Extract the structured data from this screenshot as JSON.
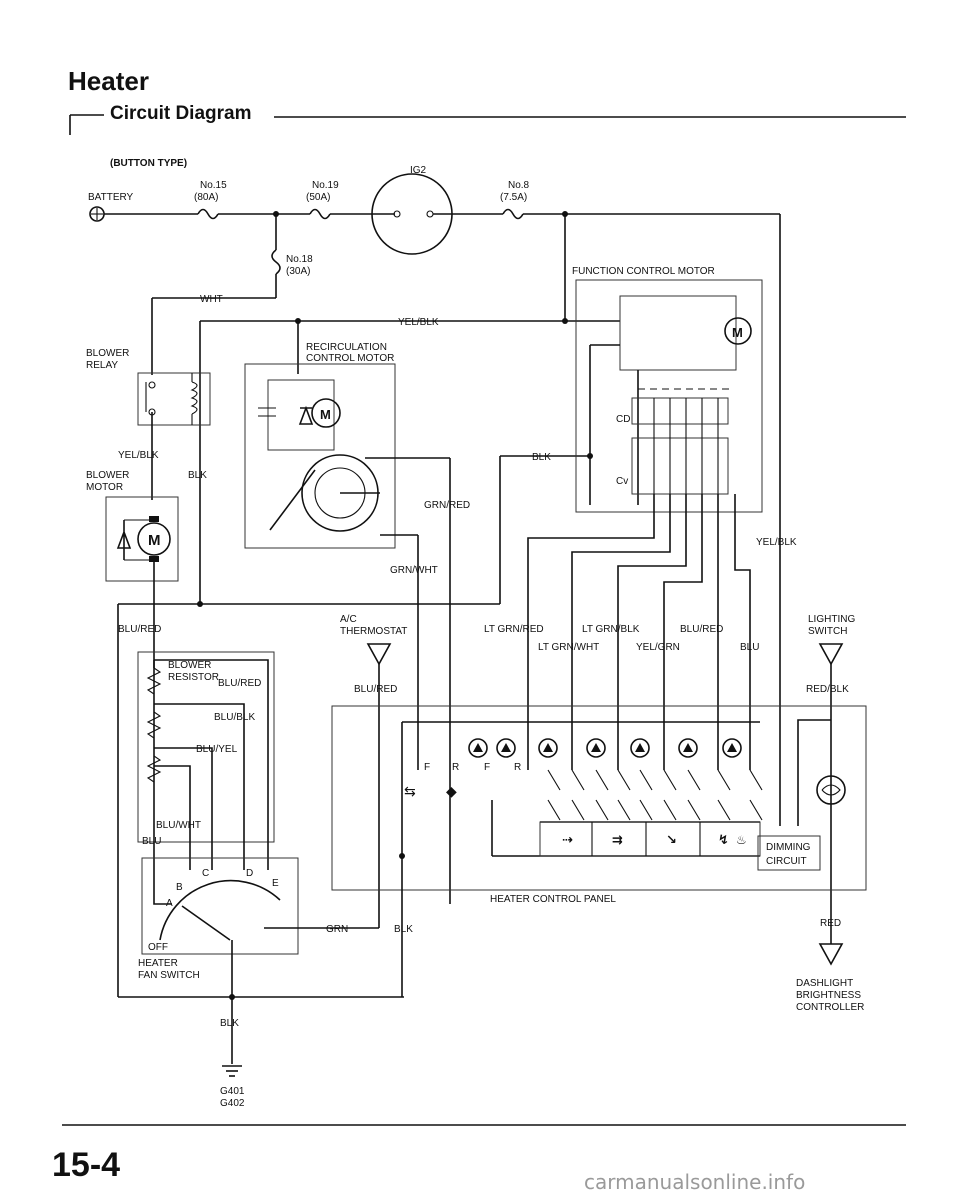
{
  "header": {
    "title": "Heater",
    "subtitle": "Circuit Diagram"
  },
  "page_number": "15-4",
  "watermark": "carmanualsonline.info",
  "labels": {
    "button_type": "(BUTTON TYPE)",
    "battery": "BATTERY",
    "fuse15": "No.15",
    "fuse15_rating": "(80A)",
    "fuse19": "No.19",
    "fuse19_rating": "(50A)",
    "ig2": "IG2",
    "fuse8": "No.8",
    "fuse8_rating": "(7.5A)",
    "fuse18": "No.18",
    "fuse18_rating": "(30A)",
    "wht": "WHT",
    "yel_blk": "YEL/BLK",
    "function_motor": "FUNCTION CONTROL MOTOR",
    "recirc_motor_1": "RECIRCULATION",
    "recirc_motor_2": "CONTROL MOTOR",
    "blower_relay_1": "BLOWER",
    "blower_relay_2": "RELAY",
    "blower_motor_1": "BLOWER",
    "blower_motor_2": "MOTOR",
    "blk": "BLK",
    "grn_red": "GRN/RED",
    "grn_wht": "GRN/WHT",
    "cd": "CD",
    "cv": "Cv",
    "blu_red": "BLU/RED",
    "ac_thermostat_1": "A/C",
    "ac_thermostat_2": "THERMOSTAT",
    "lt_grn_red": "LT GRN/RED",
    "lt_grn_blk": "LT GRN/BLK",
    "lt_grn_wht": "LT GRN/WHT",
    "yel_grn": "YEL/GRN",
    "blu": "BLU",
    "lighting_switch_1": "LIGHTING",
    "lighting_switch_2": "SWITCH",
    "red_blk": "RED/BLK",
    "blower_resistor_1": "BLOWER",
    "blower_resistor_2": "RESISTOR",
    "blu_blk": "BLU/BLK",
    "blu_yel": "BLU/YEL",
    "blu_wht": "BLU/WHT",
    "fan_a": "A",
    "fan_b": "B",
    "fan_c": "C",
    "fan_d": "D",
    "fan_e": "E",
    "off": "OFF",
    "fan_switch_1": "HEATER",
    "fan_switch_2": "FAN SWITCH",
    "grn": "GRN",
    "f": "F",
    "r": "R",
    "dimming_1": "DIMMING",
    "dimming_2": "CIRCUIT",
    "heater_panel": "HEATER CONTROL PANEL",
    "red": "RED",
    "dash_1": "DASHLIGHT",
    "dash_2": "BRIGHTNESS",
    "dash_3": "CONTROLLER",
    "g401": "G401",
    "g402": "G402",
    "m": "M"
  }
}
